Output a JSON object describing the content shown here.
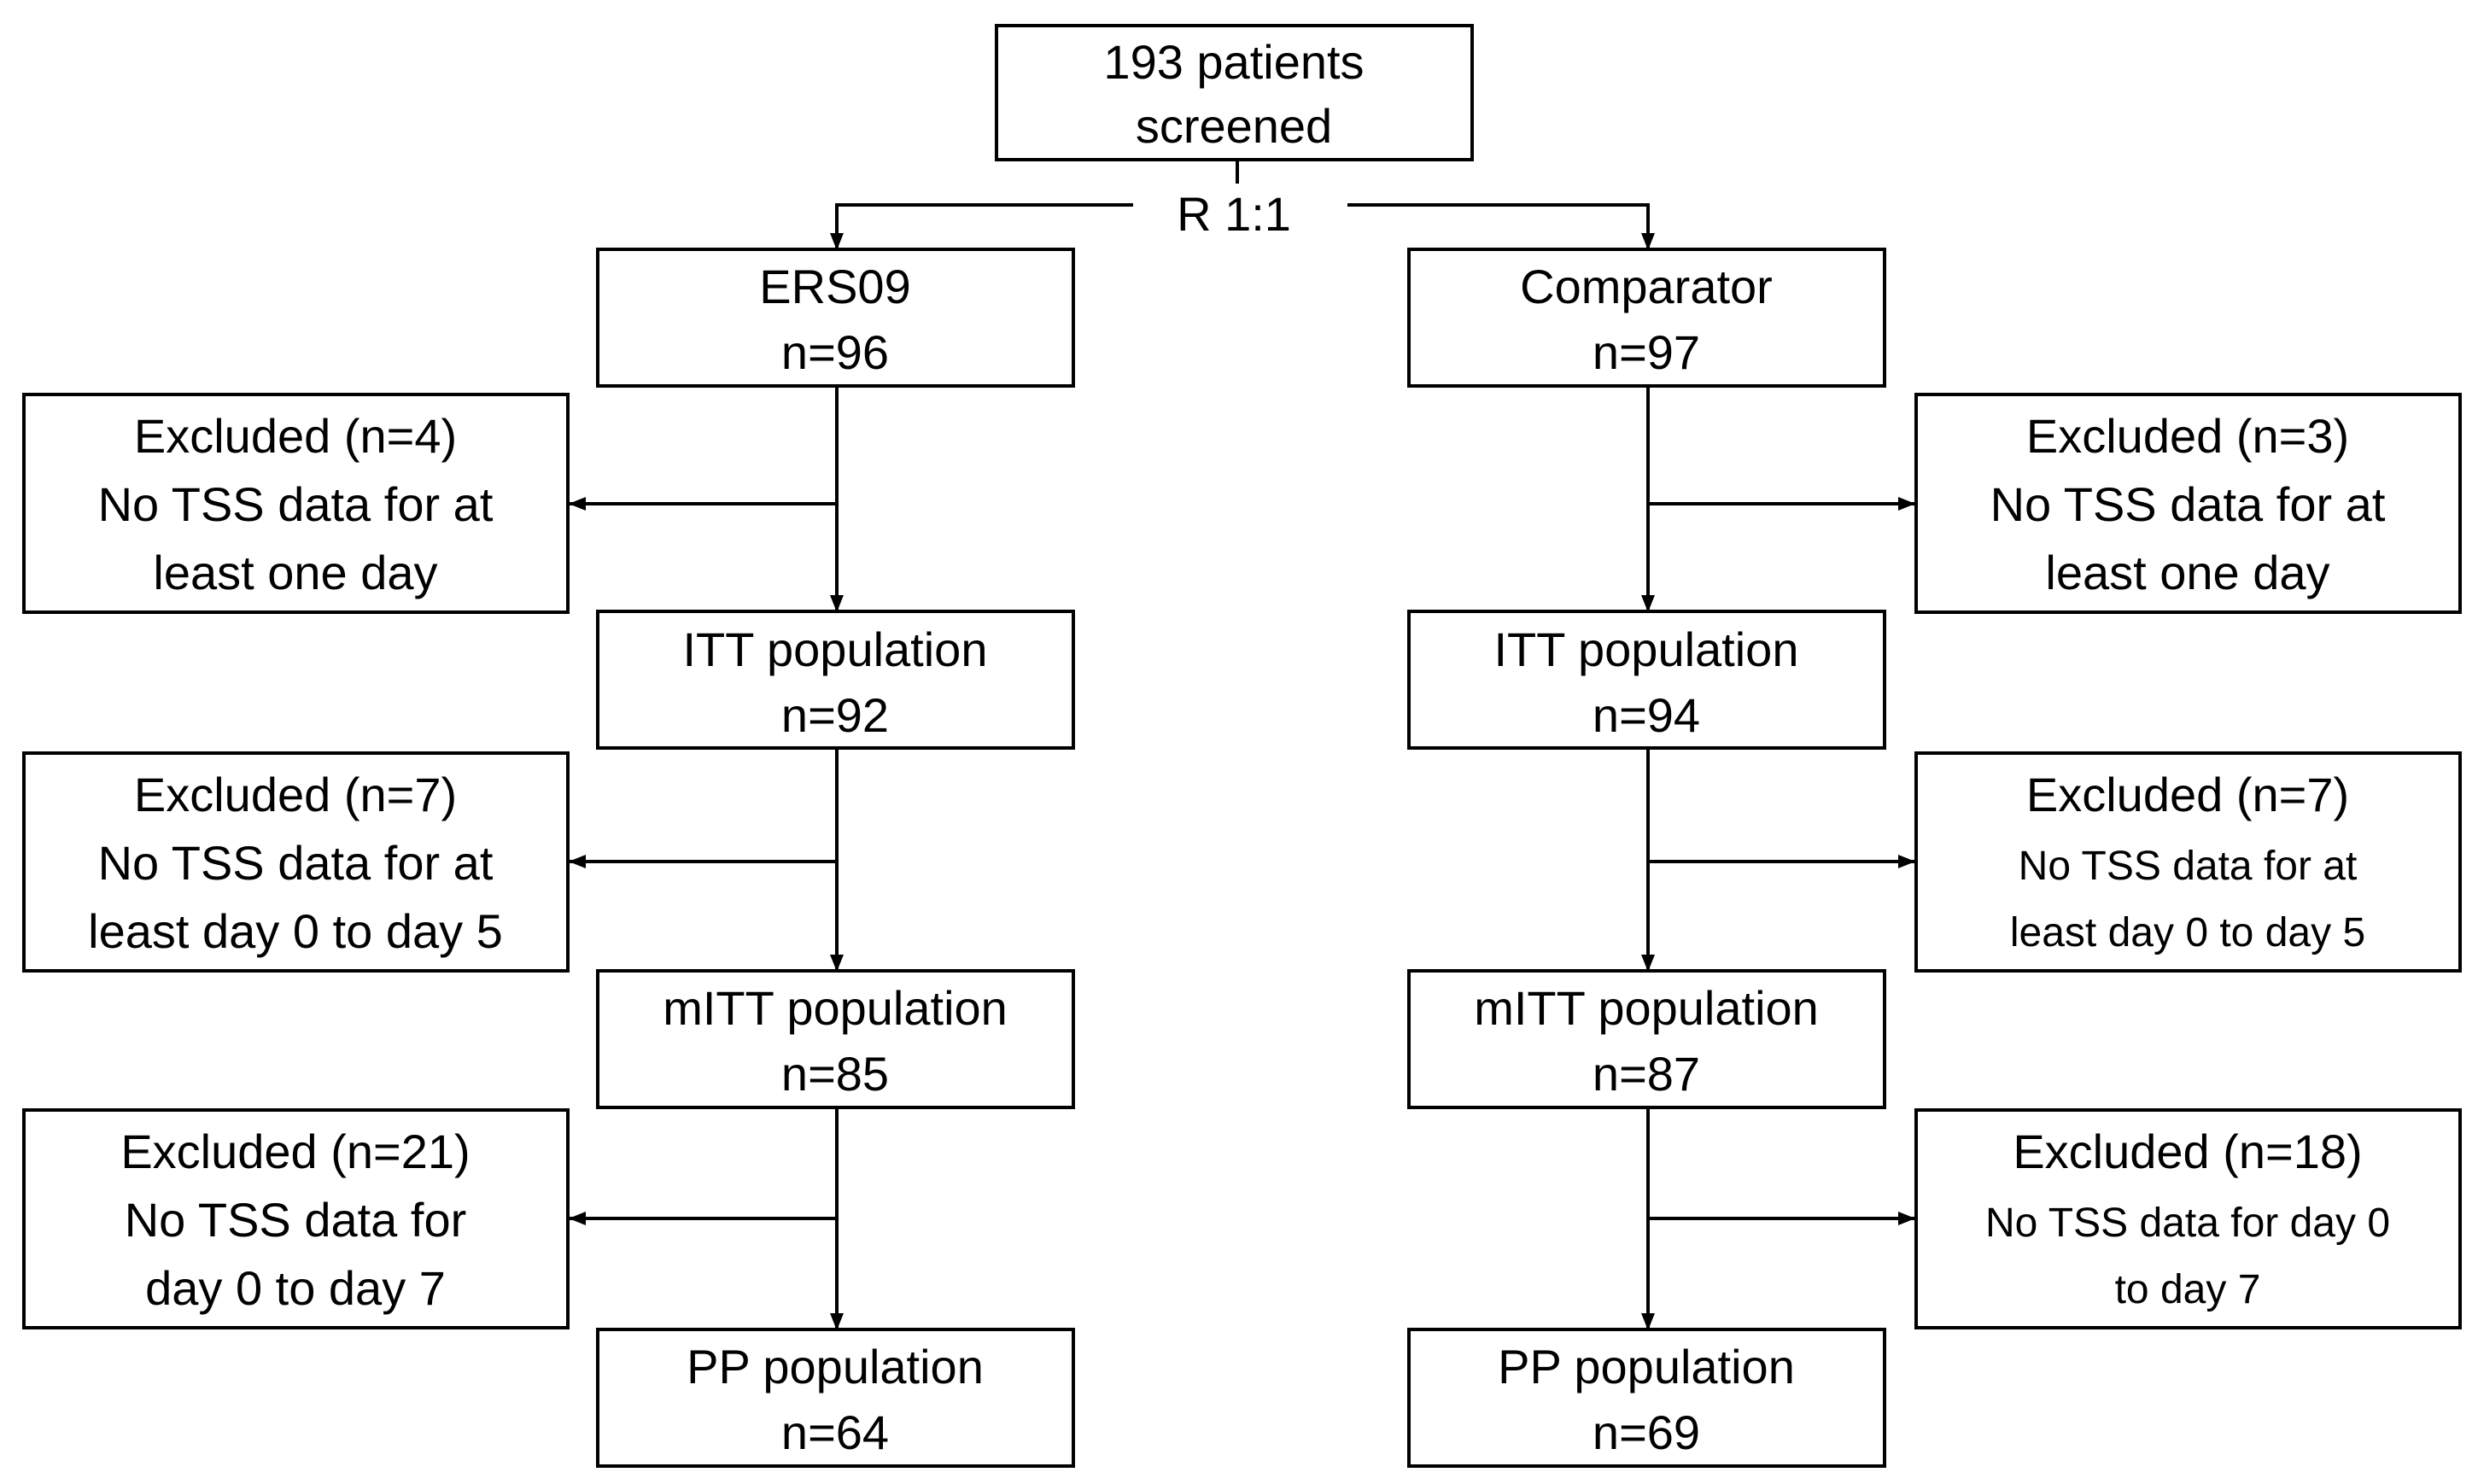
{
  "screening": {
    "line1": "193 patients",
    "line2": "screened"
  },
  "randomization": {
    "label": "R 1:1"
  },
  "arms": {
    "left": {
      "name": "ERS09",
      "n": "n=96",
      "stages": [
        {
          "title": "ITT population",
          "n": "n=92"
        },
        {
          "title": "mITT population",
          "n": "n=85"
        },
        {
          "title": "PP population",
          "n": "n=64"
        }
      ],
      "exclusions": [
        {
          "title": "Excluded (n=4)",
          "line2": "No TSS data for at",
          "line3": "least one day"
        },
        {
          "title": "Excluded (n=7)",
          "line2": "No TSS data for at",
          "line3": "least day 0 to day 5"
        },
        {
          "title": "Excluded (n=21)",
          "line2": "No TSS data for",
          "line3": "day 0 to day 7"
        }
      ]
    },
    "right": {
      "name": "Comparator",
      "n": "n=97",
      "stages": [
        {
          "title": "ITT population",
          "n": "n=94"
        },
        {
          "title": "mITT population",
          "n": "n=87"
        },
        {
          "title": "PP population",
          "n": "n=69"
        }
      ],
      "exclusions": [
        {
          "title": "Excluded (n=3)",
          "line2": "No TSS data for at",
          "line3": "least one day"
        },
        {
          "title": "Excluded (n=7)",
          "line2": "No TSS data for at",
          "line3": "least day 0 to day 5"
        },
        {
          "title": "Excluded (n=18)",
          "line2": "No TSS data for day 0",
          "line3": "to day 7"
        }
      ]
    }
  }
}
